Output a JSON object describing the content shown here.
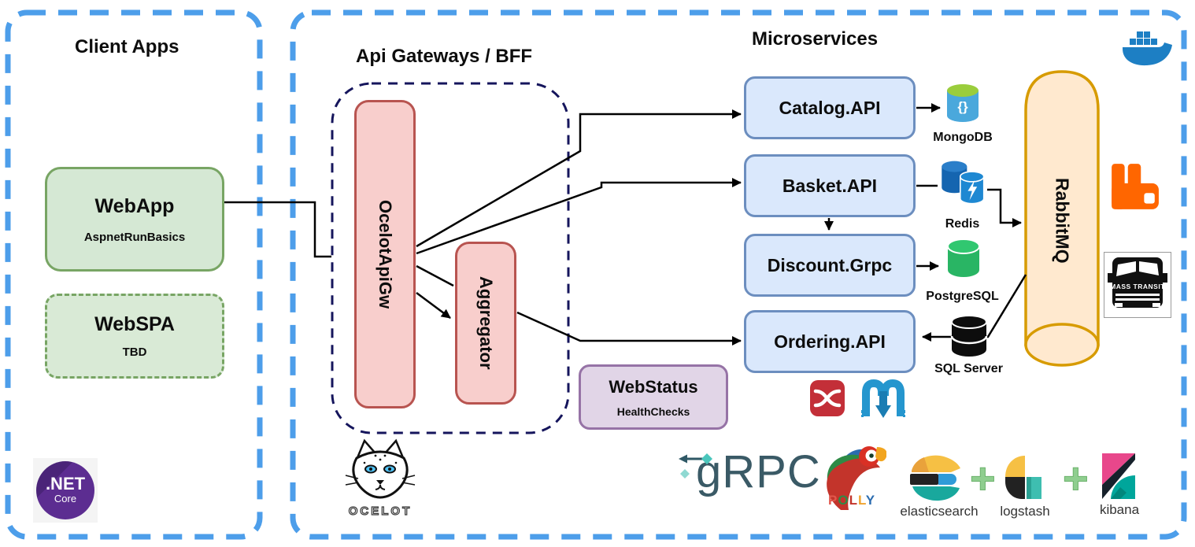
{
  "headings": {
    "client_apps": "Client Apps",
    "api_gateways": "Api Gateways / BFF",
    "microservices": "Microservices"
  },
  "client_apps": {
    "webapp_title": "WebApp",
    "webapp_subtitle": "AspnetRunBasics",
    "webspa_title": "WebSPA",
    "webspa_subtitle": "TBD"
  },
  "gateways": {
    "ocelot": "OcelotApiGw",
    "aggregator": "Aggregator"
  },
  "services": {
    "catalog": "Catalog.API",
    "basket": "Basket.API",
    "discount": "Discount.Grpc",
    "ordering": "Ordering.API"
  },
  "databases": {
    "mongodb": "MongoDB",
    "redis": "Redis",
    "postgresql": "PostgreSQL",
    "sqlserver": "SQL Server"
  },
  "webstatus": {
    "title": "WebStatus",
    "subtitle": "HealthChecks"
  },
  "rabbitmq_label": "RabbitMQ",
  "dotnet": {
    "line1": ".NET",
    "line2": "Core"
  },
  "logos": {
    "ocelot": "OCELOT",
    "grpc": "gRPC",
    "polly_letters": [
      "P",
      "O",
      "L",
      "L",
      "Y"
    ],
    "elasticsearch": "elasticsearch",
    "logstash": "logstash",
    "kibana": "kibana",
    "plus": "+",
    "mass_transit": "MASS TRANSIT",
    "mongodb_braces": "{}"
  },
  "colors": {
    "panel_dash_blue": "#4d9eea",
    "bff_dash_navy": "#15155c",
    "client_green_fill": "#d5e8d4",
    "client_green_border": "#78a564",
    "gateway_red_fill": "#f8cecc",
    "gateway_red_border": "#b85450",
    "service_blue_fill": "#dae8fc",
    "service_blue_border": "#6c8ebf",
    "webstatus_purple_fill": "#e1d5e7",
    "webstatus_purple_border": "#9673a6",
    "rabbitmq_fill": "#ffe9cf",
    "rabbitmq_border": "#d79b00",
    "docker_blue": "#1d7fc4",
    "rabbitmq_logo_orange": "#ff6600",
    "dotnet_purple": "#5c2d91"
  }
}
